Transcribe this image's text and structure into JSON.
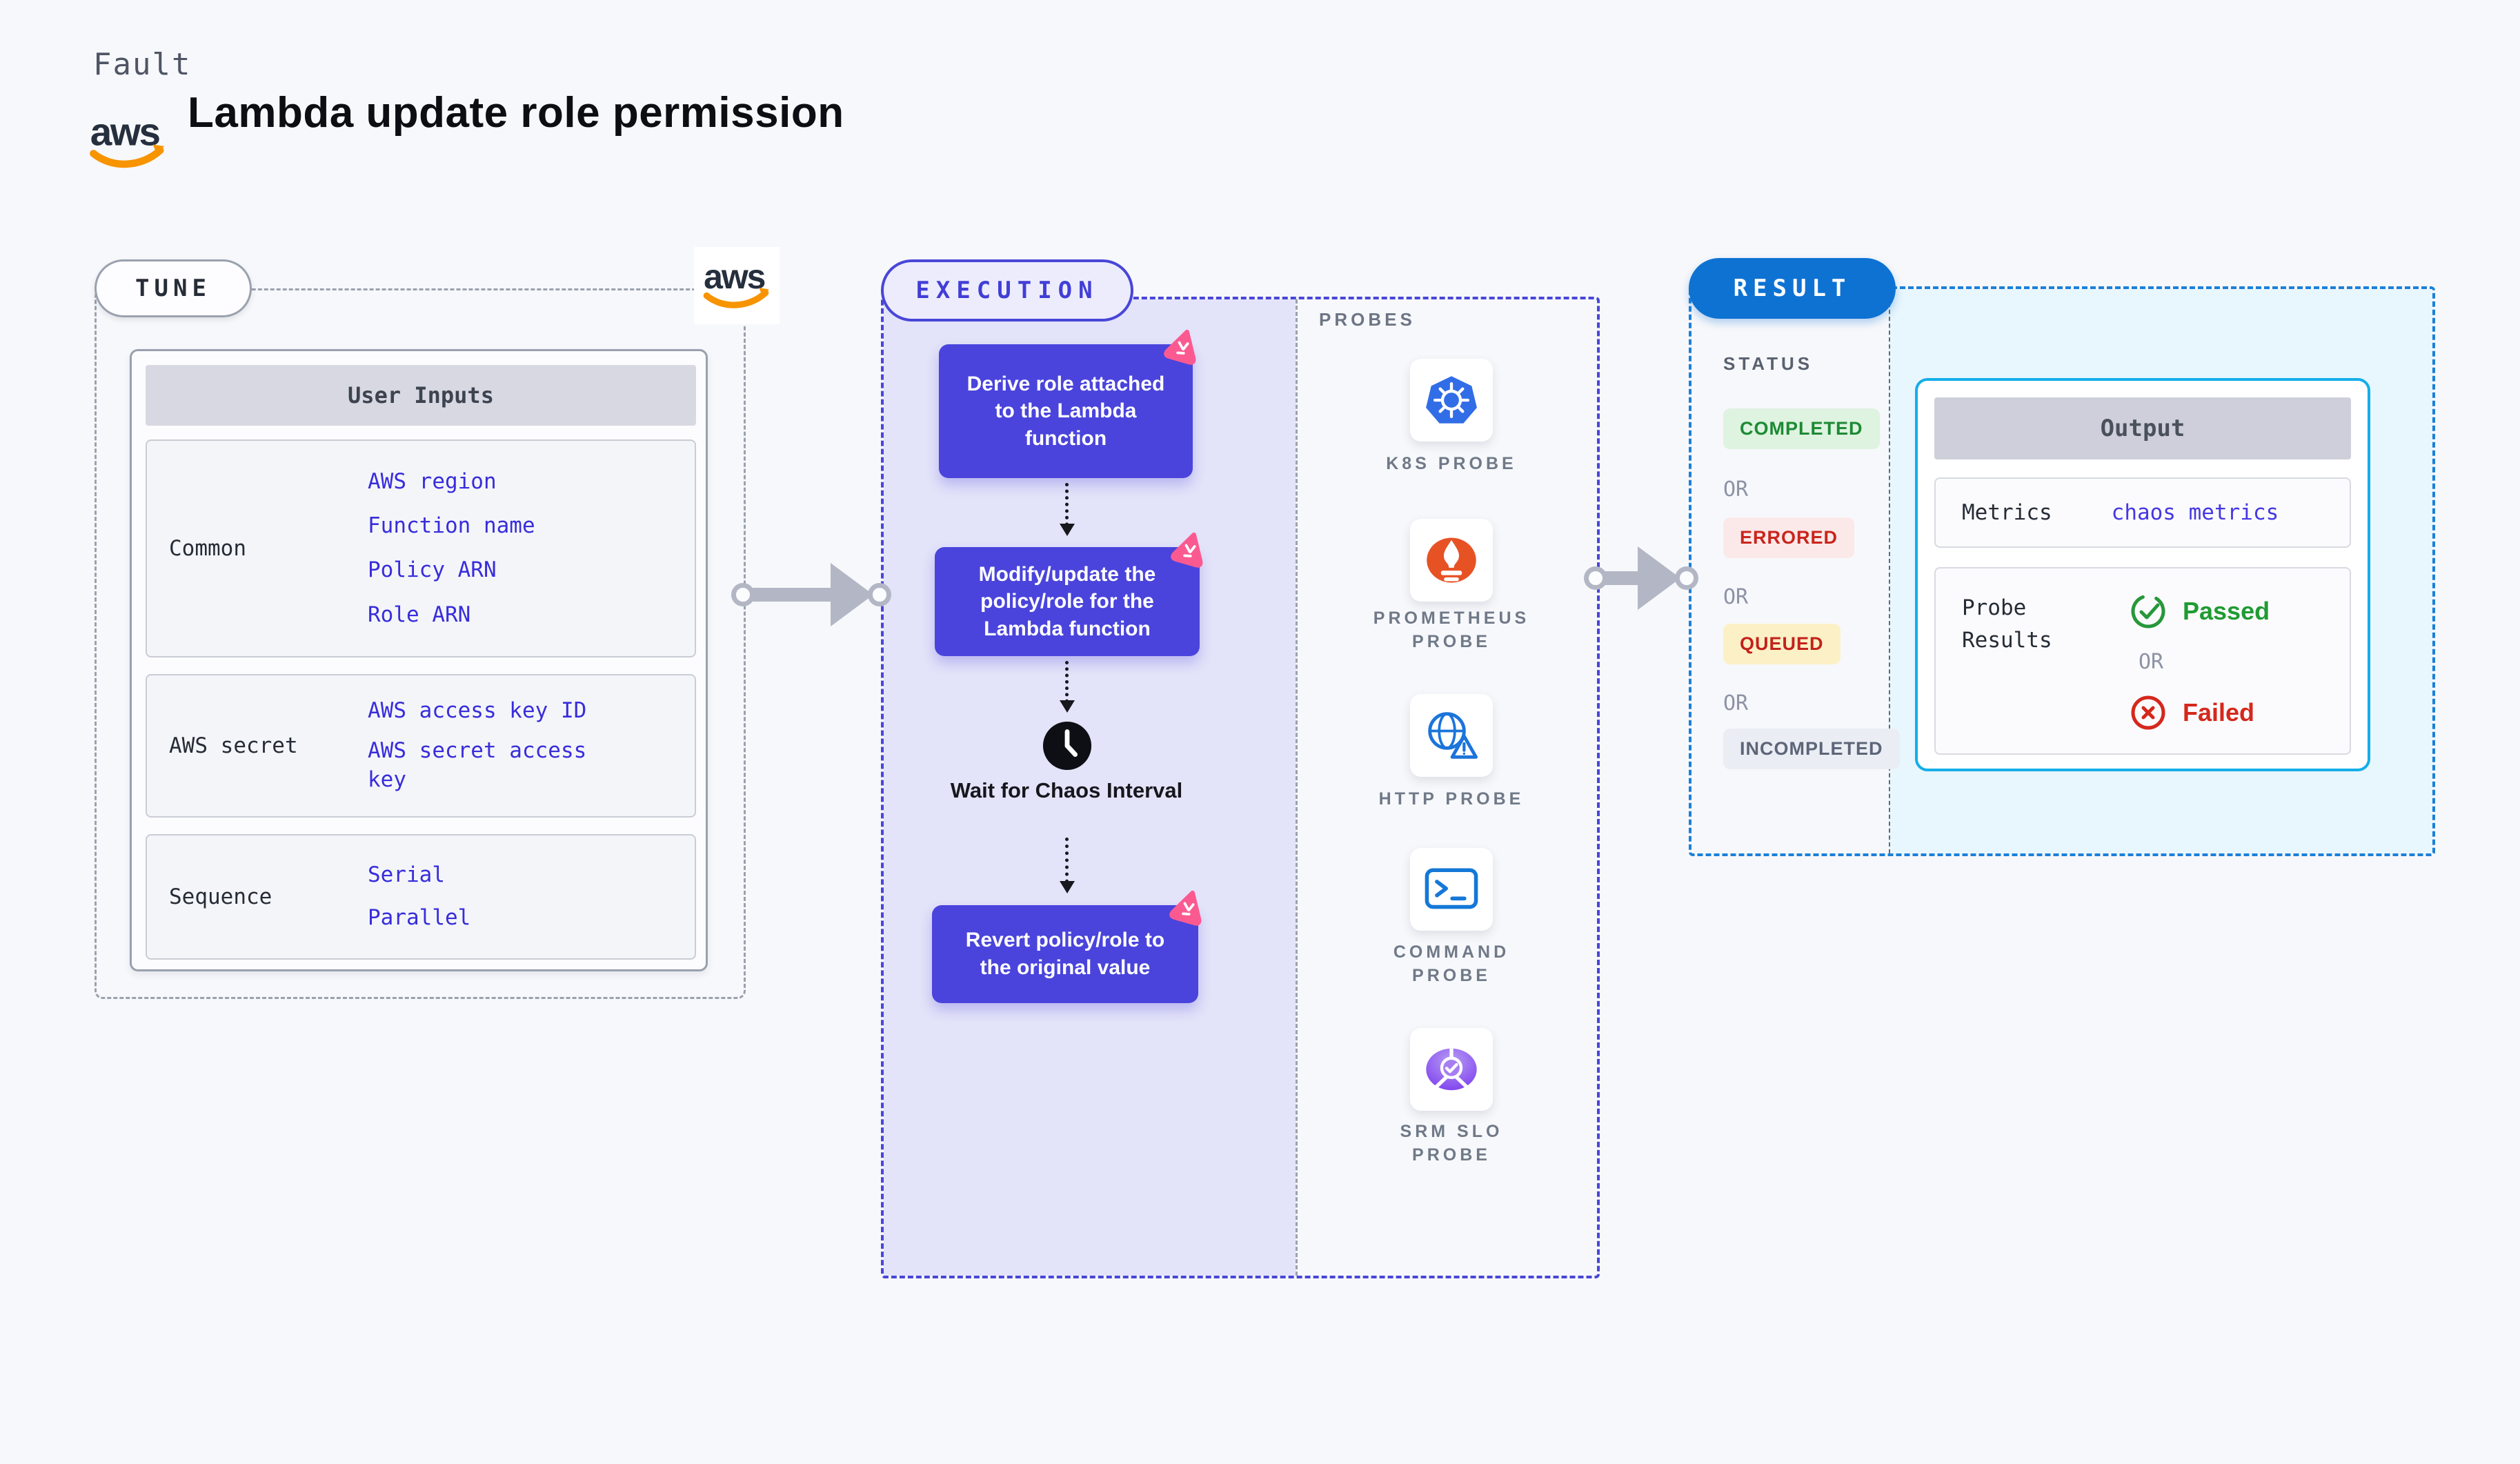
{
  "colors": {
    "page_bg": "#f7f8fb",
    "indigo_accent": "#4946d8",
    "step_box": "#4a44dc",
    "execution_fill": "#e3e3f9",
    "result_blue": "#0e72d3",
    "result_dash": "#1b80d8",
    "result_fill": "#e8f6fd",
    "output_border": "#14aee8",
    "link_blue": "#382ddb",
    "gray_dash": "#9aa1ae",
    "arrow_gray": "#b3b7c5",
    "spark_pink": "#fb5a91",
    "passed_green": "#1f9b33",
    "failed_red": "#d6271c",
    "completed_badge": "#def3e0",
    "errored_badge": "#fbe9e9",
    "queued_badge": "#fcf0c6",
    "incompleted_badge": "#ebedf4",
    "aws_orange": "#f79400",
    "aws_navy": "#252f3d"
  },
  "header": {
    "eyebrow": "Fault",
    "title": "Lambda update role permission",
    "aws_logo_text": "aws"
  },
  "tune": {
    "label": "TUNE",
    "table": {
      "header": "User Inputs",
      "rows": [
        {
          "label": "Common",
          "links": [
            "AWS region",
            "Function name",
            "Policy ARN",
            "Role ARN"
          ]
        },
        {
          "label": "AWS secret",
          "links": [
            "AWS access key ID",
            "AWS secret access key"
          ]
        },
        {
          "label": "Sequence",
          "links": [
            "Serial",
            "Parallel"
          ]
        }
      ]
    }
  },
  "execution": {
    "label": "EXECUTION",
    "steps": [
      "Derive role attached to the Lambda function",
      "Modify/update the policy/role for the Lambda function",
      "Revert policy/role to the original value"
    ],
    "wait_label": "Wait for Chaos Interval"
  },
  "probes": {
    "label": "PROBES",
    "items": [
      {
        "name": "K8S PROBE",
        "icon": "kubernetes-icon"
      },
      {
        "name": "PROMETHEUS PROBE",
        "icon": "prometheus-icon"
      },
      {
        "name": "HTTP PROBE",
        "icon": "http-globe-warning-icon"
      },
      {
        "name": "COMMAND PROBE",
        "icon": "terminal-icon"
      },
      {
        "name": "SRM SLO PROBE",
        "icon": "srm-slo-icon"
      }
    ]
  },
  "result": {
    "label": "RESULT",
    "status": {
      "label": "STATUS",
      "or_label": "OR",
      "badges": [
        "COMPLETED",
        "ERRORED",
        "QUEUED",
        "INCOMPLETED"
      ]
    },
    "output": {
      "header": "Output",
      "metrics_label": "Metrics",
      "metrics_link": "chaos metrics",
      "probe_results_label": "Probe Results",
      "passed_label": "Passed",
      "or_label": "OR",
      "failed_label": "Failed"
    }
  }
}
